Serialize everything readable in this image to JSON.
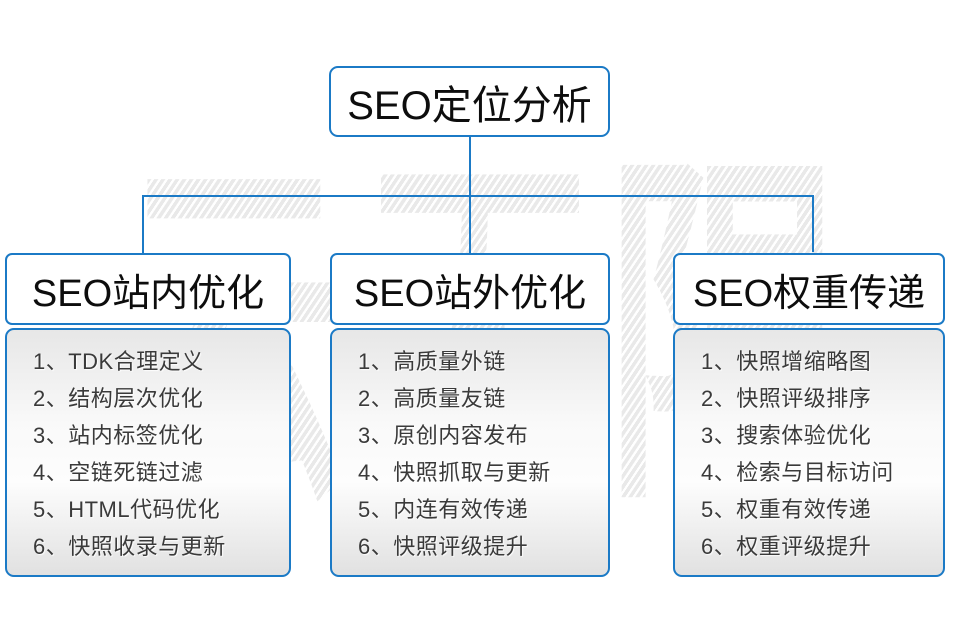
{
  "diagram": {
    "title": "SEO定位分析",
    "watermark": "云无限",
    "colors": {
      "accent_blue": "#1b7ac6",
      "panel_gray": "#e5e5e5",
      "text_dark": "#3a3a3a"
    },
    "columns": [
      {
        "header": "SEO站内优化",
        "items": [
          "1、TDK合理定义",
          "2、结构层次优化",
          "3、站内标签优化",
          "4、空链死链过滤",
          "5、HTML代码优化",
          "6、快照收录与更新"
        ]
      },
      {
        "header": "SEO站外优化",
        "items": [
          "1、高质量外链",
          "2、高质量友链",
          "3、原创内容发布",
          "4、快照抓取与更新",
          "5、内连有效传递",
          "6、快照评级提升"
        ]
      },
      {
        "header": "SEO权重传递",
        "items": [
          "1、快照增缩略图",
          "2、快照评级排序",
          "3、搜索体验优化",
          "4、检索与目标访问",
          "5、权重有效传递",
          "6、权重评级提升"
        ]
      }
    ]
  }
}
